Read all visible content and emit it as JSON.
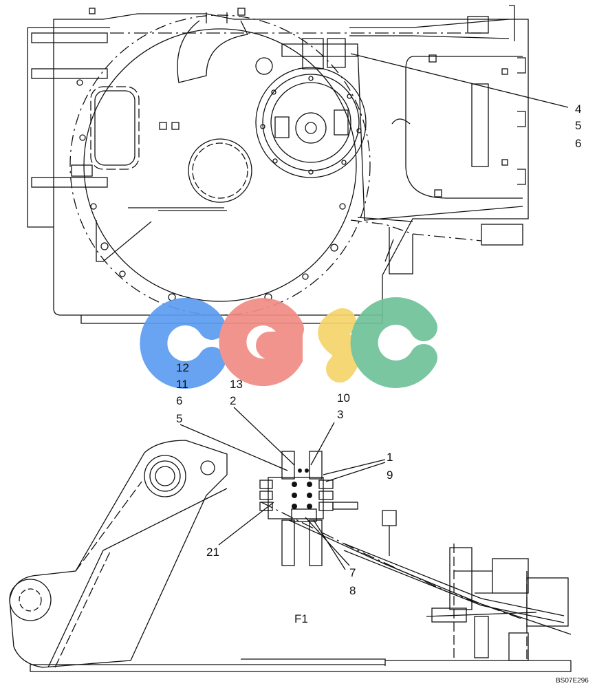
{
  "drawing_code": "BS07E296",
  "figure_label": "F1",
  "watermark": {
    "text": "CGSC",
    "letters": [
      {
        "char": "C",
        "color": "#5b9cf0"
      },
      {
        "char": "G",
        "color": "#f08c84"
      },
      {
        "char": "S",
        "color": "#f6d46a"
      },
      {
        "char": "C",
        "color": "#6fc29a"
      }
    ]
  },
  "callouts_top": [
    "4",
    "5",
    "6"
  ],
  "callouts_bottom": [
    "12",
    "11",
    "6",
    "13",
    "2",
    "5",
    "10",
    "3",
    "1",
    "9",
    "21",
    "7",
    "8"
  ]
}
